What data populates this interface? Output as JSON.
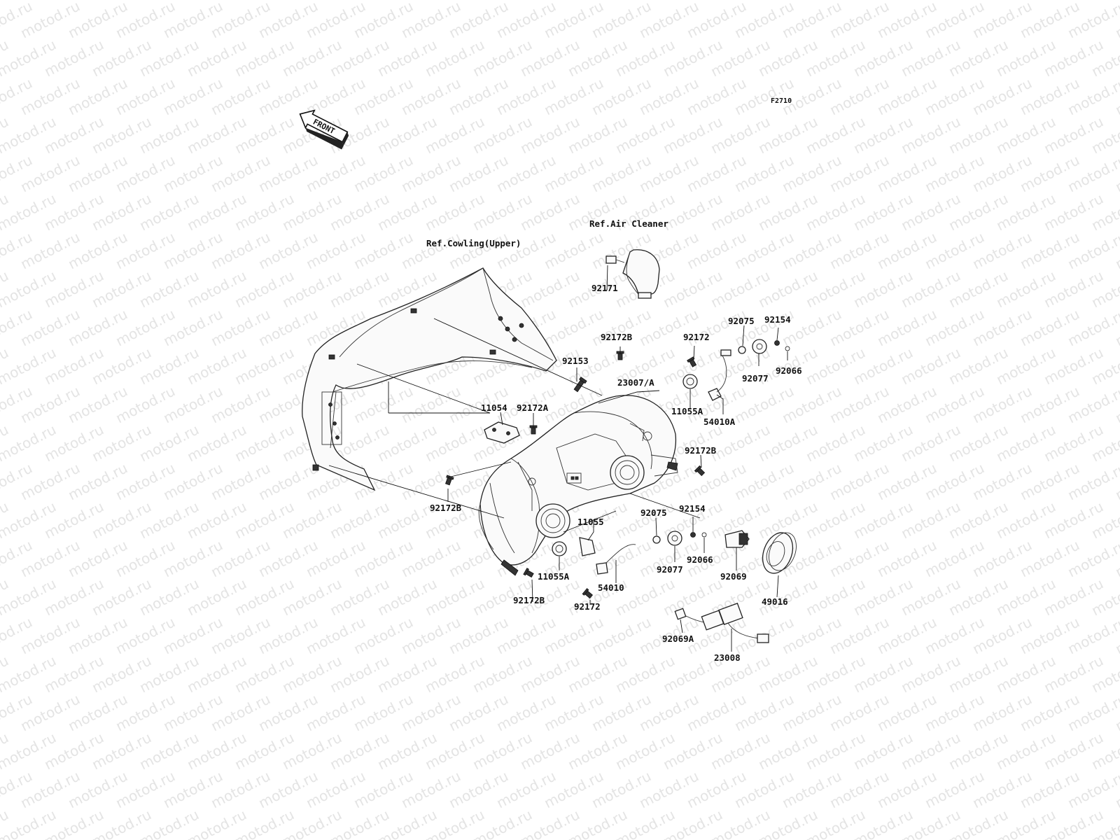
{
  "diagram_code": "F2710",
  "front_arrow_label": "FRONT",
  "watermark": "motod.ru",
  "reference_labels": {
    "cowling": "Ref.Cowling(Upper)",
    "air_cleaner": "Ref.Air Cleaner"
  },
  "parts": [
    {
      "id": "p92171",
      "number": "92171"
    },
    {
      "id": "p92172b_top",
      "number": "92172B"
    },
    {
      "id": "p92153",
      "number": "92153"
    },
    {
      "id": "p92172_top",
      "number": "92172"
    },
    {
      "id": "p92075_top",
      "number": "92075"
    },
    {
      "id": "p92154_top",
      "number": "92154"
    },
    {
      "id": "p23007a",
      "number": "23007/A"
    },
    {
      "id": "p92077_top",
      "number": "92077"
    },
    {
      "id": "p92066_top",
      "number": "92066"
    },
    {
      "id": "p11055a_top",
      "number": "11055A"
    },
    {
      "id": "p54010a",
      "number": "54010A"
    },
    {
      "id": "p11054",
      "number": "11054"
    },
    {
      "id": "p92172a",
      "number": "92172A"
    },
    {
      "id": "p92172b_right",
      "number": "92172B"
    },
    {
      "id": "p92172b_left",
      "number": "92172B"
    },
    {
      "id": "p11055",
      "number": "11055"
    },
    {
      "id": "p92075_bot",
      "number": "92075"
    },
    {
      "id": "p92154_bot",
      "number": "92154"
    },
    {
      "id": "p11055a_bot",
      "number": "11055A"
    },
    {
      "id": "p54010",
      "number": "54010"
    },
    {
      "id": "p92077_bot",
      "number": "92077"
    },
    {
      "id": "p92066_bot",
      "number": "92066"
    },
    {
      "id": "p92069",
      "number": "92069"
    },
    {
      "id": "p49016",
      "number": "49016"
    },
    {
      "id": "p92172b_bot",
      "number": "92172B"
    },
    {
      "id": "p92172_bot",
      "number": "92172"
    },
    {
      "id": "p92069a",
      "number": "92069A"
    },
    {
      "id": "p23008",
      "number": "23008"
    }
  ]
}
